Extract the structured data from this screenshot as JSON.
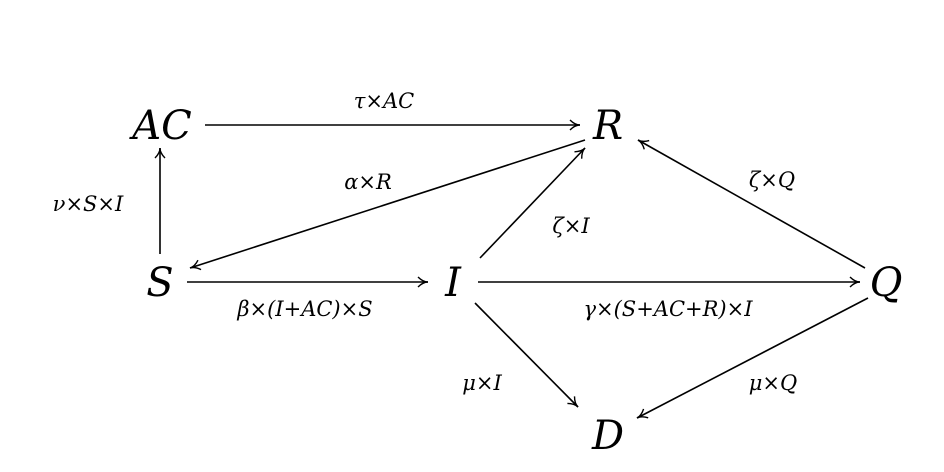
{
  "nodes": {
    "ac": "AC",
    "r": "R",
    "s": "S",
    "i": "I",
    "q": "Q",
    "d": "D"
  },
  "edges": {
    "ac_to_r": "τ×AC",
    "r_to_s": "α×R",
    "s_to_ac": "ν×S×I",
    "s_to_i": "β×(I+AC)×S",
    "i_to_r": "ζ×I",
    "i_to_q": "γ×(S+AC+R)×I",
    "q_to_r": "ζ×Q",
    "i_to_d": "μ×I",
    "q_to_d": "μ×Q"
  }
}
